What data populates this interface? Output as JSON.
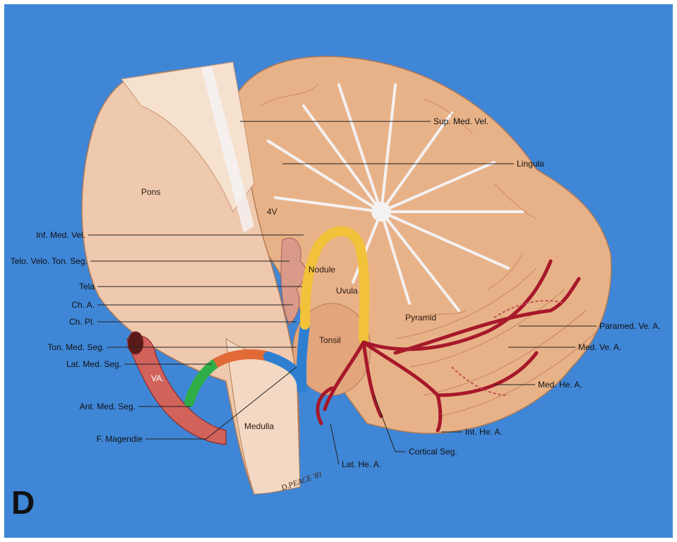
{
  "panel_letter": "D",
  "signature": "D.PEACE '81",
  "inner_labels": {
    "pons": "Pons",
    "fourth_ventricle": "4V",
    "nodule": "Nodule",
    "uvula": "Uvula",
    "pyramid": "Pyramid",
    "tonsil": "Tonsil",
    "medulla": "Medulla",
    "va": "VA."
  },
  "callouts": {
    "sup_med_vel": "Sup. Med. Vel.",
    "lingula": "Lingula",
    "inf_med_vel": "Inf. Med. Vel.",
    "telo_velo_ton_seg": "Telo. Velo. Ton. Seg.",
    "tela": "Tela",
    "ch_a": "Ch. A.",
    "ch_pl": "Ch. Pl.",
    "ton_med_seg": "Ton. Med. Seg.",
    "lat_med_seg": "Lat. Med. Seg.",
    "ant_med_seg": "Ant. Med. Seg.",
    "f_magendie": "F. Magendie",
    "paramed_ve_a": "Paramed. Ve. A.",
    "med_ve_a": "Med. Ve. A.",
    "med_he_a": "Med. He. A.",
    "int_he_a": "Int. He. A.",
    "cortical_seg": "Cortical Seg.",
    "lat_he_a": "Lat. He. A."
  },
  "colors": {
    "background": "#3f86d6",
    "brainstem": "#efc9ad",
    "cerebellum": "#e8b288",
    "white_matter": "#f4f1f2",
    "artery": "#a7182a",
    "segment_yellow": "#f2c23a",
    "segment_blue": "#2f7fd1",
    "segment_orange": "#e26a37",
    "segment_green": "#2fae48"
  }
}
